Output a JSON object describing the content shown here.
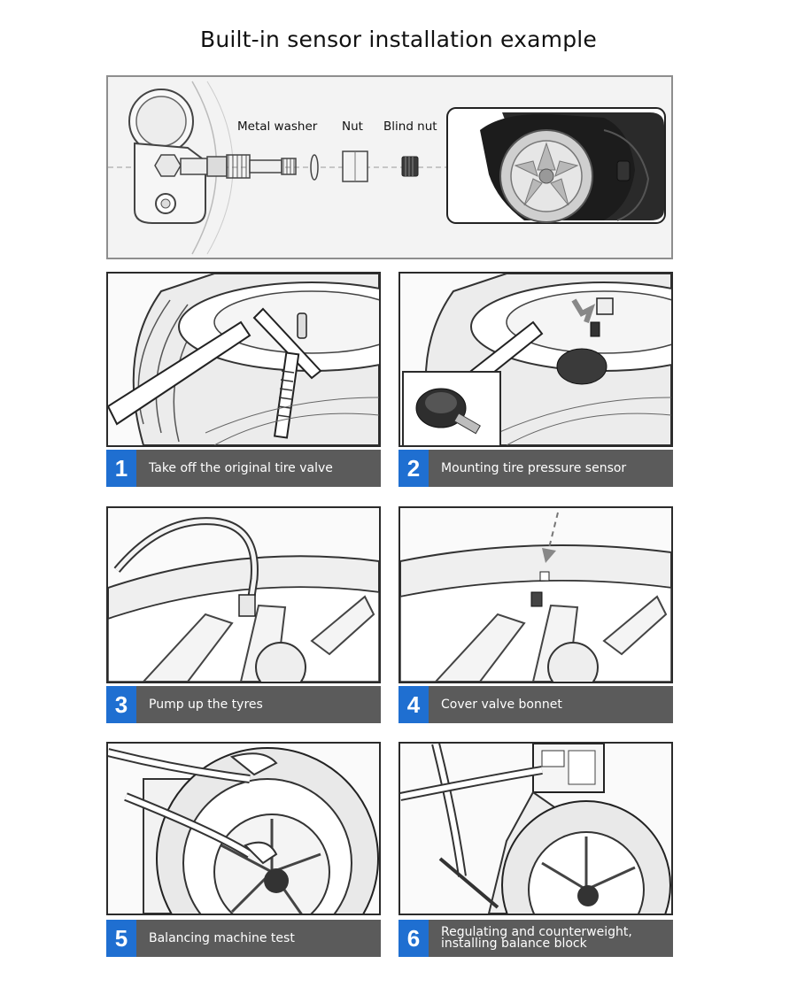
{
  "title": "Built-in sensor installation example",
  "hero": {
    "labels": [
      "Metal washer",
      "Nut",
      "Blind nut"
    ]
  },
  "steps": [
    {
      "number": "1",
      "text": "Take off the original tire valve"
    },
    {
      "number": "2",
      "text": "Mounting tire pressure sensor"
    },
    {
      "number": "3",
      "text": "Pump up the tyres"
    },
    {
      "number": "4",
      "text": "Cover valve bonnet"
    },
    {
      "number": "5",
      "text": "Balancing machine test"
    },
    {
      "number": "6",
      "text": "Regulating and counterweight, installing balance block"
    }
  ],
  "colors": {
    "accent": "#1f6fd1",
    "caption_bg": "#5b5b5b"
  }
}
